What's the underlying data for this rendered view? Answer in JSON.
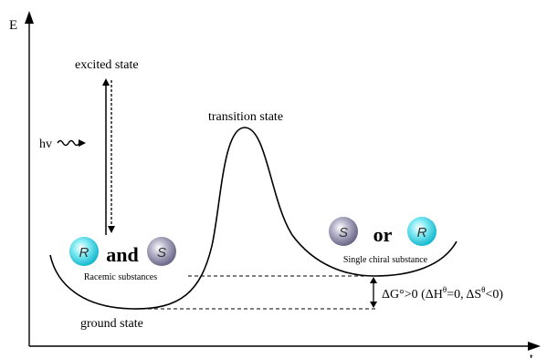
{
  "axes": {
    "y_label": "E",
    "x_label": "t"
  },
  "labels": {
    "excited_state": "excited state",
    "transition_state": "transition state",
    "ground_state": "ground state",
    "hv": "hv"
  },
  "left_well": {
    "enantiomer_a": "R",
    "conjunction": "and",
    "enantiomer_b": "S",
    "caption": "Racemic substances"
  },
  "right_well": {
    "enantiomer_a": "S",
    "conjunction": "or",
    "enantiomer_b": "R",
    "caption": "Single chiral substance"
  },
  "energy_gap": {
    "text": "ΔG°>0 (ΔH",
    "superscript_1": "θ",
    "middle": "=0, ΔS",
    "superscript_2": "θ",
    "tail": "<0)"
  },
  "colors": {
    "r_sphere": "#27d8e6",
    "s_sphere": "#8e8aa8",
    "line": "#000000"
  }
}
